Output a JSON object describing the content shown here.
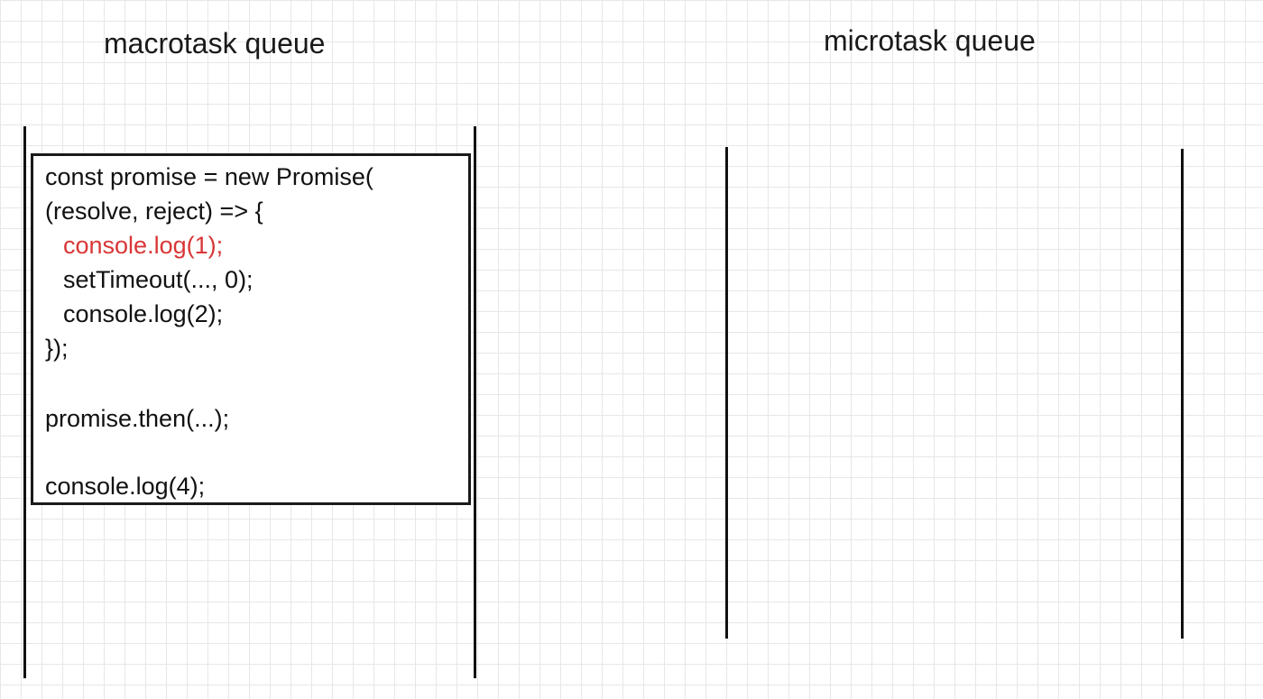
{
  "macrotask": {
    "title": "macrotask queue",
    "code_lines": [
      {
        "text": "const promise = new Promise(",
        "indent": 0,
        "highlight": false
      },
      {
        "text": "(resolve, reject) => {",
        "indent": 0,
        "highlight": false
      },
      {
        "text": "console.log(1);",
        "indent": 1,
        "highlight": true
      },
      {
        "text": "setTimeout(..., 0);",
        "indent": 1,
        "highlight": false
      },
      {
        "text": "console.log(2);",
        "indent": 1,
        "highlight": false
      },
      {
        "text": "});",
        "indent": 0,
        "highlight": false
      },
      {
        "text": "promise.then(...);",
        "indent": 0,
        "highlight": false
      },
      {
        "text": "console.log(4);",
        "indent": 0,
        "highlight": false
      }
    ]
  },
  "microtask": {
    "title": "microtask queue"
  },
  "colors": {
    "highlight": "#d93636",
    "text": "#111111",
    "grid": "#e7e7e7"
  }
}
